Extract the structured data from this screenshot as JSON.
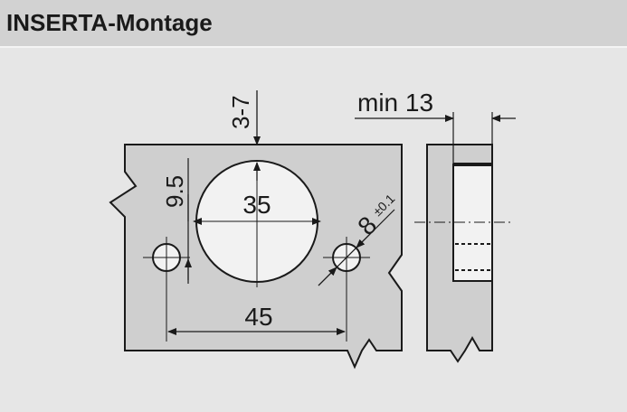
{
  "header": {
    "title": "INSERTA-Montage"
  },
  "drawing": {
    "dim_cup_depth": "3-7",
    "dim_min": "min 13",
    "dim_edge_distance": "9.5",
    "dim_cup_diameter": "35",
    "dim_dowel_diameter": "8",
    "dim_dowel_tolerance": "±0.1",
    "dim_dowel_spacing": "45"
  },
  "colors": {
    "panel_fill": "#cfcfcf",
    "header_bg": "#d2d2d2",
    "line": "#1a1a1a",
    "cup_fill": "#f2f2f2"
  }
}
